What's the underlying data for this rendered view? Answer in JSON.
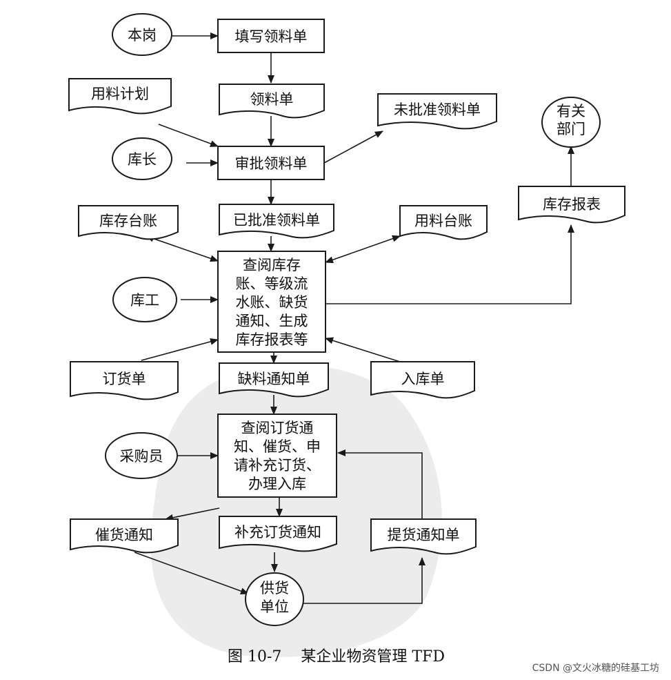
{
  "nodes": {
    "ben_gang": "本岗",
    "tianxie": "填写领料单",
    "lingliaodan": "领料单",
    "yongliao_jihua": "用料计划",
    "kuzhang": "库长",
    "shenpi": "审批领料单",
    "weipi": "未批准领料单",
    "youguan_l1": "有关",
    "youguan_l2": "部门",
    "kucun_baobiao": "库存报表",
    "kucun_taizhang": "库存台账",
    "yipi": "已批准领料单",
    "yongliao_taizhang": "用料台账",
    "kugong": "库工",
    "chayue_l1": "查阅库存",
    "chayue_l2": "账、等级流",
    "chayue_l3": "水账、缺货",
    "chayue_l4": "通知、生成",
    "chayue_l5": "库存报表等",
    "dinghuodan": "订货单",
    "queliao": "缺料通知单",
    "rukudan": "入库单",
    "caigouyuan": "采购员",
    "chadinghuo_l1": "查阅订货通",
    "chadinghuo_l2": "知、催货、申",
    "chadinghuo_l3": "请补充订货、",
    "chadinghuo_l4": "办理入库",
    "cuihuo": "催货通知",
    "buchong": "补充订货通知",
    "tihuo": "提货通知单",
    "gonghuo_l1": "供货",
    "gonghuo_l2": "单位"
  },
  "caption": "图 10-7    某企业物资管理 TFD",
  "watermark": "CSDN @文火冰糖的硅基工坊"
}
